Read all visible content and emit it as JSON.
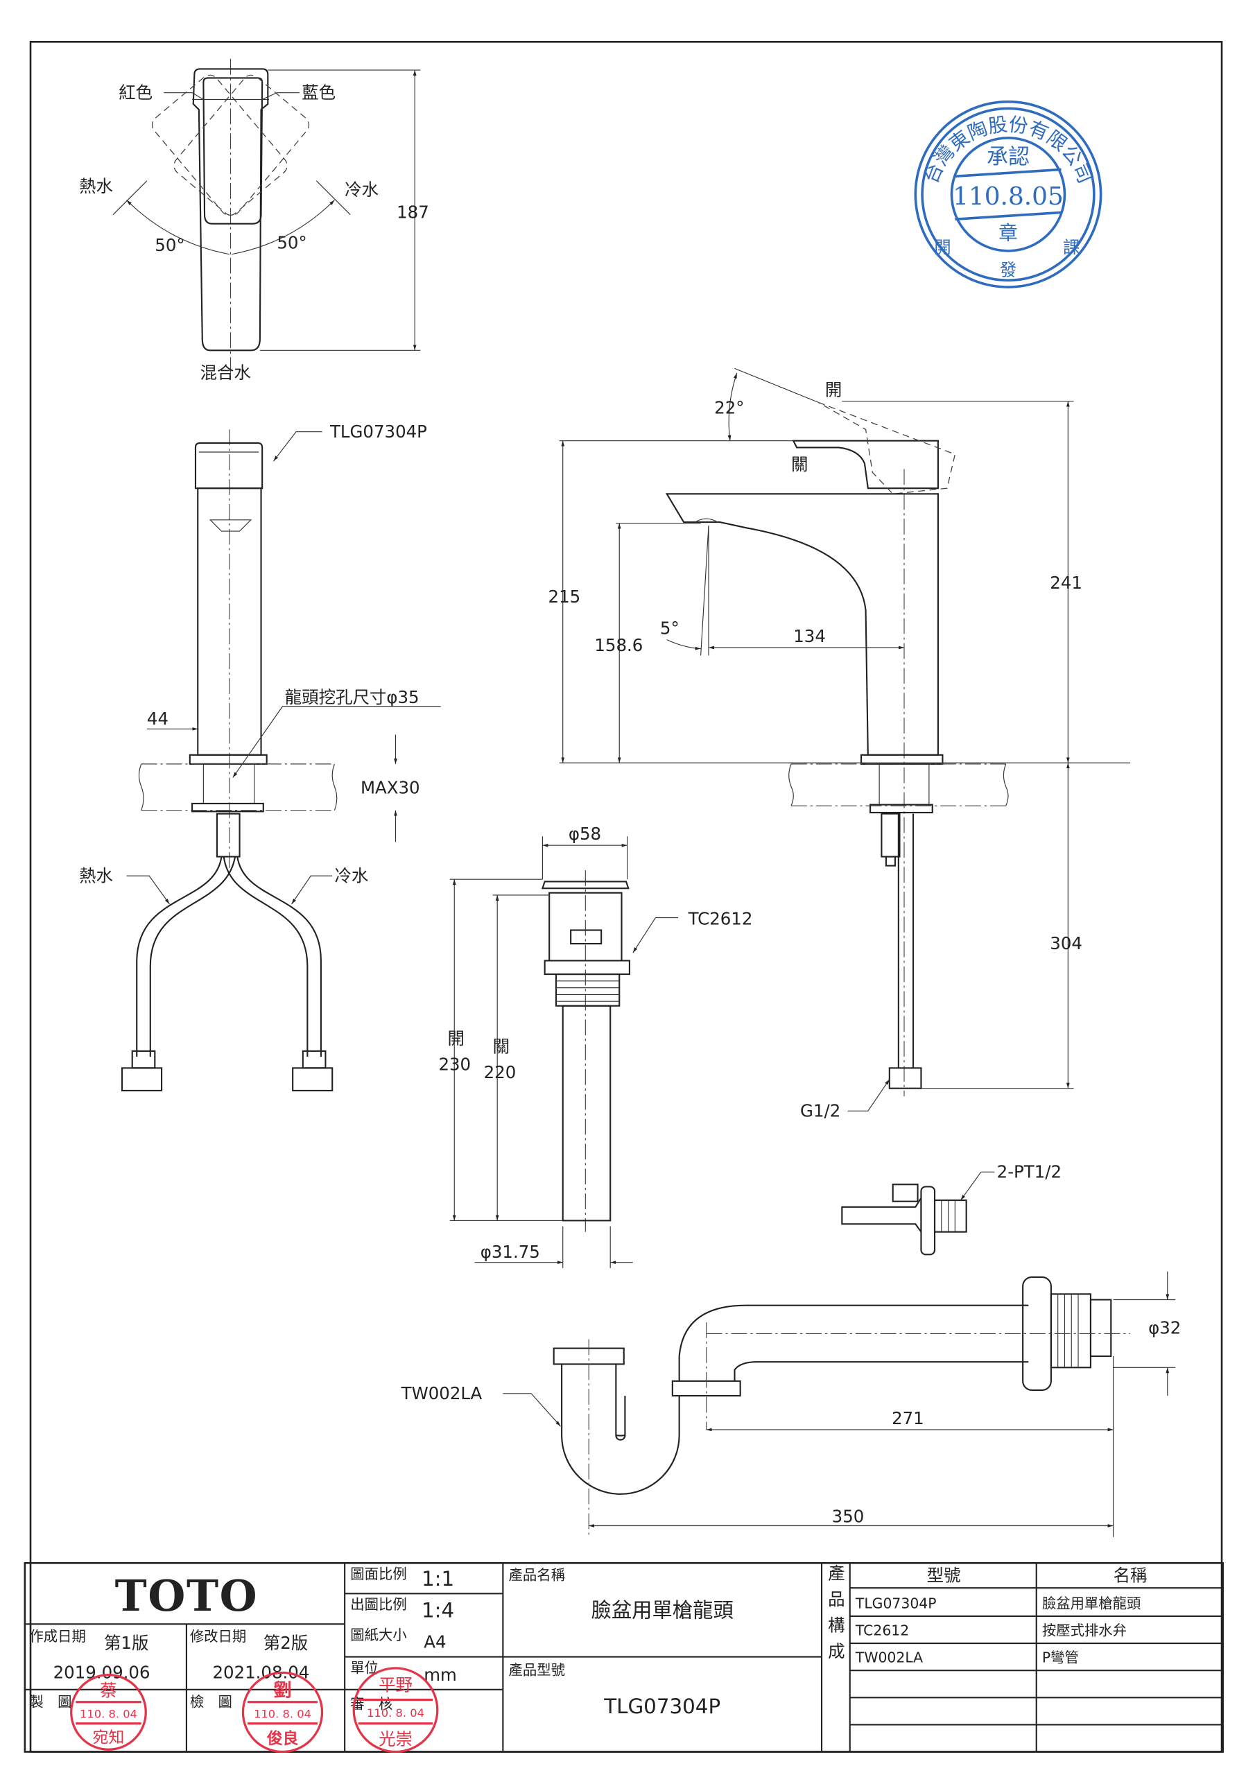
{
  "top_view": {
    "red_label": "紅色",
    "blue_label": "藍色",
    "hot_label": "熱水",
    "cold_label": "冷水",
    "angle_left": "50°",
    "angle_right": "50°",
    "mixed_label": "混合水",
    "length_dim": "187"
  },
  "front_view": {
    "model_label": "TLG07304P",
    "hole_label": "龍頭挖孔尺寸φ35",
    "width_dim": "44",
    "max_label": "MAX30",
    "hot_label": "熱水",
    "cold_label": "冷水"
  },
  "side_view": {
    "handle_angle": "22°",
    "open_label": "開",
    "close_label": "關",
    "height_215": "215",
    "height_158": "158.6",
    "height_241": "241",
    "spout_angle": "5°",
    "reach_dim": "134",
    "hose_dim": "304",
    "connector_label": "G1/2"
  },
  "drain": {
    "model_label": "TC2612",
    "diameter_top": "φ58",
    "open_label": "開",
    "open_dim": "230",
    "close_label": "關",
    "close_dim": "220",
    "pipe_diameter": "φ31.75"
  },
  "valve": {
    "label": "2-PT1/2"
  },
  "trap": {
    "model_label": "TW002LA",
    "diameter": "φ32",
    "dim_271": "271",
    "dim_350": "350"
  },
  "approval_stamp": {
    "company": "台灣東陶股份有限公司",
    "top": "承認",
    "date": "110.8.05",
    "bottom": "章",
    "dept_left": "開",
    "dept_center": "發",
    "dept_right": "課",
    "color": "#2f6cc0"
  },
  "title_block": {
    "logo": "TOTO",
    "drawing_scale_label": "圖面比例",
    "drawing_scale": "1:1",
    "print_scale_label": "出圖比例",
    "print_scale": "1:4",
    "paper_size_label": "圖紙大小",
    "paper_size": "A4",
    "unit_label": "單位",
    "unit": "mm",
    "created_label": "作成日期",
    "created_version": "第1版",
    "created_date": "2019.09.06",
    "modified_label": "修改日期",
    "modified_version": "第2版",
    "modified_date": "2021.08.04",
    "drawn_label": "製　圖",
    "checked_label": "檢　圖",
    "approved_label": "審　核",
    "product_name_label": "產品名稱",
    "product_name": "臉盆用單槍龍頭",
    "product_model_label": "產品型號",
    "product_model": "TLG07304P",
    "composition_label": "產品構成",
    "table_headers": [
      "型號",
      "名稱"
    ],
    "components": [
      {
        "model": "TLG07304P",
        "name": "臉盆用單槍龍頭"
      },
      {
        "model": "TC2612",
        "name": "按壓式排水弁"
      },
      {
        "model": "TW002LA",
        "name": "P彎管"
      }
    ],
    "stamps": [
      {
        "top": "蔡",
        "date": "110. 8. 04",
        "bottom": "宛知"
      },
      {
        "top": "劉",
        "date": "110. 8. 04",
        "bottom": "俊良"
      },
      {
        "top": "平野",
        "date": "110. 8. 04",
        "bottom": "光崇"
      }
    ],
    "stamp_color": "#e4344a"
  }
}
